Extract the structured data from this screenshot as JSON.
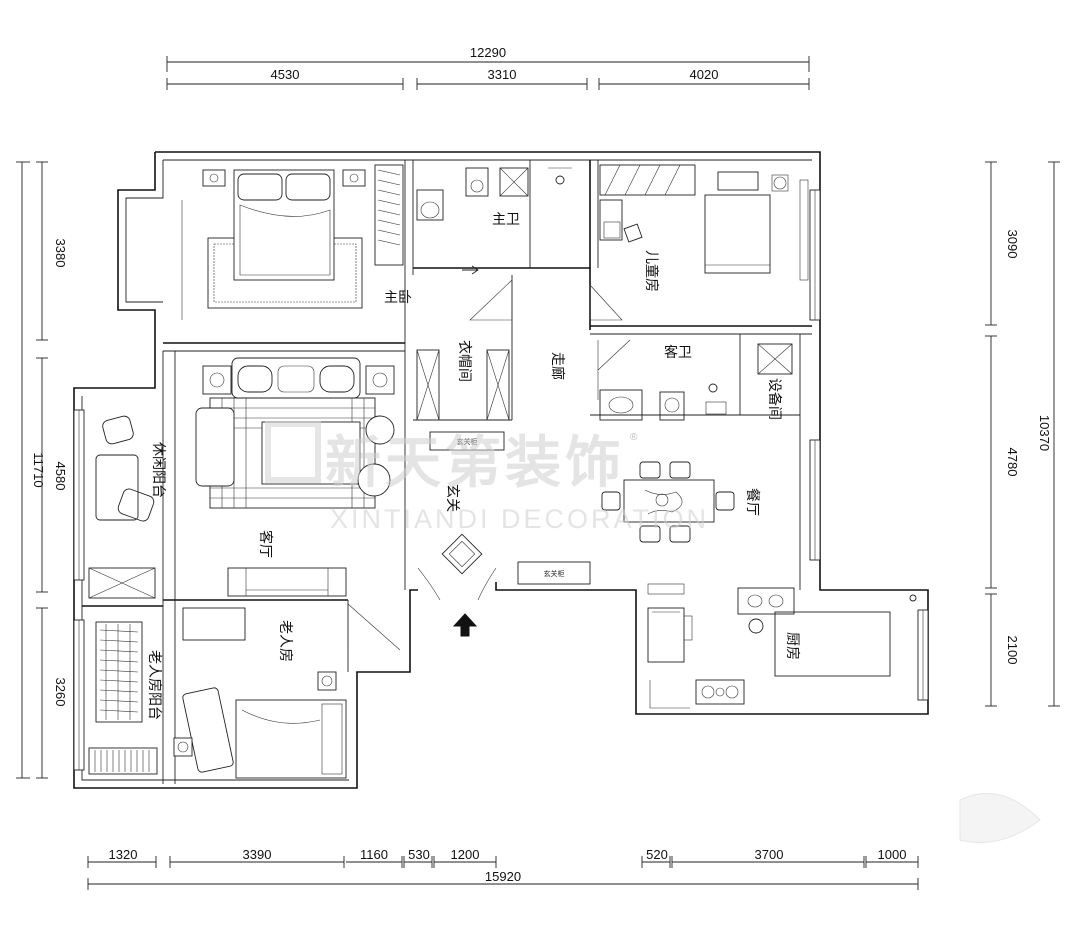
{
  "dimensions": {
    "top_total": "12290",
    "top_segments": [
      "4530",
      "3310",
      "4020"
    ],
    "left_total": "11710",
    "left_segments": [
      "3380",
      "4580",
      "3260"
    ],
    "right_total": "10370",
    "right_segments": [
      "3090",
      "4780",
      "2100"
    ],
    "bottom_total": "15920",
    "bottom_segments": [
      "1320",
      "3390",
      "1160",
      "530",
      "1200",
      "520",
      "3700",
      "1000"
    ]
  },
  "rooms": {
    "master_bedroom": "主卧",
    "master_bath": "主卫",
    "kids_room": "儿童房",
    "closet": "衣帽间",
    "corridor": "走廊",
    "guest_bath": "客卫",
    "equipment_room": "设备间",
    "leisure_balcony": "休闲阳台",
    "living_room": "客厅",
    "entrance": "玄关",
    "dining_room": "餐厅",
    "elder_room": "老人房",
    "elder_balcony": "老人房阳台",
    "kitchen": "厨房"
  },
  "labels": {
    "shoe_cabinet": "玄关柜",
    "shoe_cabinet_2": "玄关柜"
  },
  "watermark": {
    "chinese": "新天第装饰",
    "english": "XINTIANDI DECORATION",
    "registered": "®"
  }
}
